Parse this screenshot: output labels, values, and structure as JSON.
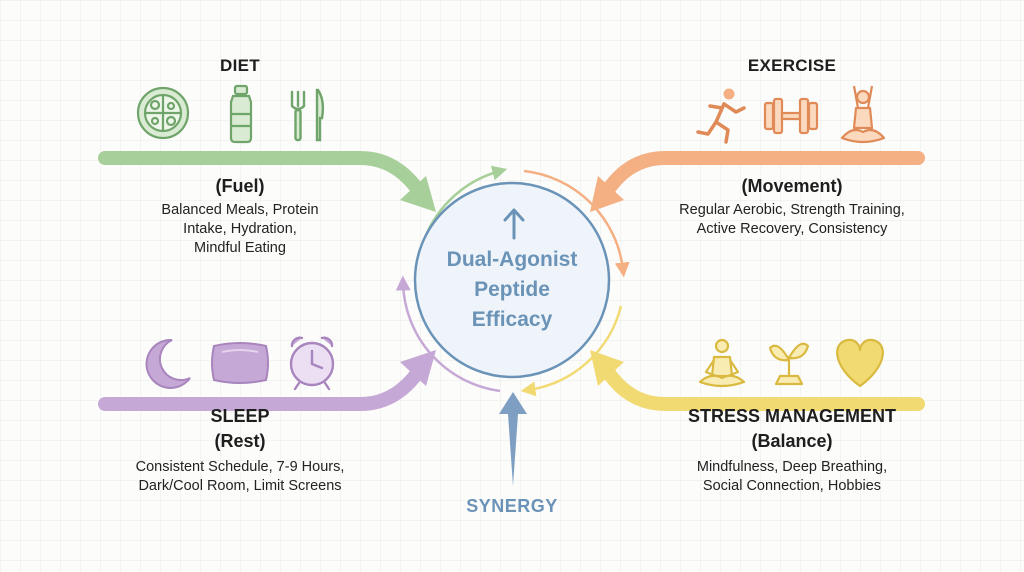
{
  "center": {
    "line1": "Dual-Agonist",
    "line2": "Peptide",
    "line3": "Efficacy"
  },
  "synergy_label": "SYNERGY",
  "pillars": {
    "diet": {
      "title": "DIET",
      "subtitle": "(Fuel)",
      "desc": [
        "Balanced Meals, Protein",
        "Intake, Hydration,",
        "Mindful Eating"
      ],
      "color": "#a7cf9a",
      "icons": [
        "plate-icon",
        "water-bottle-icon",
        "fork-knife-icon"
      ]
    },
    "exercise": {
      "title": "EXERCISE",
      "subtitle": "(Movement)",
      "desc": [
        "Regular Aerobic, Strength Training,",
        "Active Recovery, Consistency"
      ],
      "color": "#f4b083",
      "icons": [
        "runner-icon",
        "dumbbell-icon",
        "yoga-icon"
      ]
    },
    "sleep": {
      "title": "SLEEP",
      "subtitle": "(Rest)",
      "desc": [
        "Consistent Schedule, 7-9 Hours,",
        "Dark/Cool Room, Limit Screens"
      ],
      "color": "#c6a8d6",
      "icons": [
        "moon-icon",
        "pillow-icon",
        "alarm-clock-icon"
      ]
    },
    "stress": {
      "title": "STRESS MANAGEMENT",
      "subtitle": "(Balance)",
      "desc": [
        "Mindfulness, Deep Breathing,",
        "Social Connection, Hobbies"
      ],
      "color": "#f2da73",
      "icons": [
        "meditation-icon",
        "sprout-icon",
        "heart-icon"
      ]
    }
  },
  "colors": {
    "center": "#6b93b8",
    "center_fill": "#eef4f9"
  }
}
